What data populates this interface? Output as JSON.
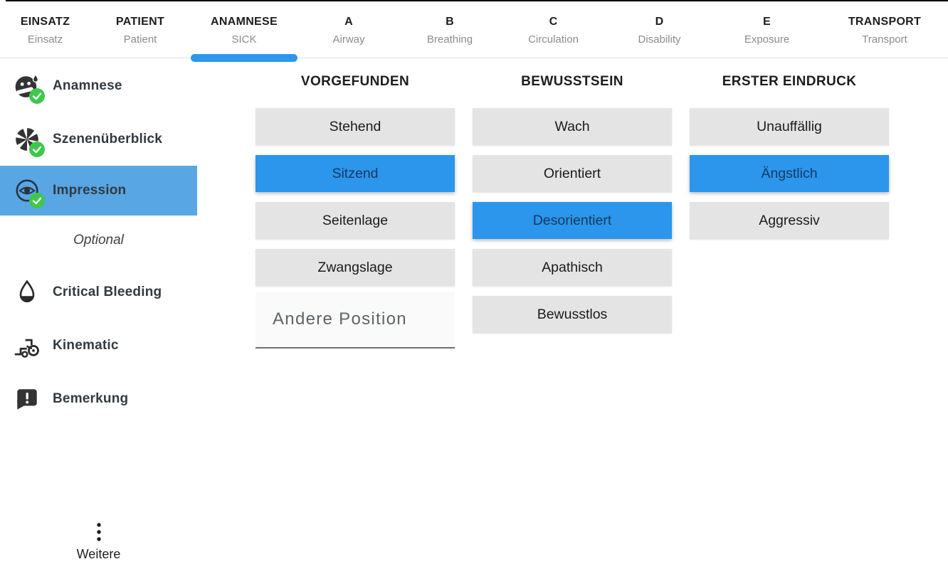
{
  "nav": {
    "active_tab": "ANAMNESE",
    "tabs": [
      {
        "primary": "EINSATZ",
        "secondary": "Einsatz"
      },
      {
        "primary": "PATIENT",
        "secondary": "Patient"
      },
      {
        "primary": "ANAMNESE",
        "secondary": "SICK"
      },
      {
        "primary": "A",
        "secondary": "Airway"
      },
      {
        "primary": "B",
        "secondary": "Breathing"
      },
      {
        "primary": "C",
        "secondary": "Circulation"
      },
      {
        "primary": "D",
        "secondary": "Disability"
      },
      {
        "primary": "E",
        "secondary": "Exposure"
      },
      {
        "primary": "TRANSPORT",
        "secondary": "Transport"
      }
    ]
  },
  "sidebar": {
    "items": [
      {
        "label": "Anamnese",
        "icon": "sick-face-icon",
        "status": "completed",
        "selected": false
      },
      {
        "label": "Szenenüberblick",
        "icon": "camera-shutter-icon",
        "status": "completed",
        "selected": false
      },
      {
        "label": "Impression",
        "icon": "eye-lens-icon",
        "status": "completed",
        "selected": true
      }
    ],
    "section_label": "Optional",
    "optional_items": [
      {
        "label": "Critical Bleeding",
        "icon": "blood-drop-icon"
      },
      {
        "label": "Kinematic",
        "icon": "bike-crash-icon"
      },
      {
        "label": "Bemerkung",
        "icon": "note-warning-icon"
      }
    ],
    "more": {
      "label": "Weitere",
      "icon": "kebab-menu-icon"
    }
  },
  "main": {
    "columns": [
      {
        "title": "VORGEFUNDEN",
        "options": [
          "Stehend",
          "Sitzend",
          "Seitenlage",
          "Zwangslage"
        ],
        "selected": "Sitzend",
        "input": {
          "placeholder": "Andere Position",
          "value": ""
        }
      },
      {
        "title": "BEWUSSTSEIN",
        "options": [
          "Wach",
          "Orientiert",
          "Desorientiert",
          "Apathisch",
          "Bewusstlos"
        ],
        "selected": "Desorientiert"
      },
      {
        "title": "ERSTER EINDRUCK",
        "options": [
          "Unauffällig",
          "Ängstlich",
          "Aggressiv"
        ],
        "selected": "Ängstlich"
      }
    ]
  },
  "colors": {
    "accent_blue": "#2B96EC",
    "sidebar_selected_blue": "#58A6E3",
    "check_green": "#3EC84B",
    "button_gray": "#E4E4E4",
    "selected_button_text": "#15395F"
  }
}
